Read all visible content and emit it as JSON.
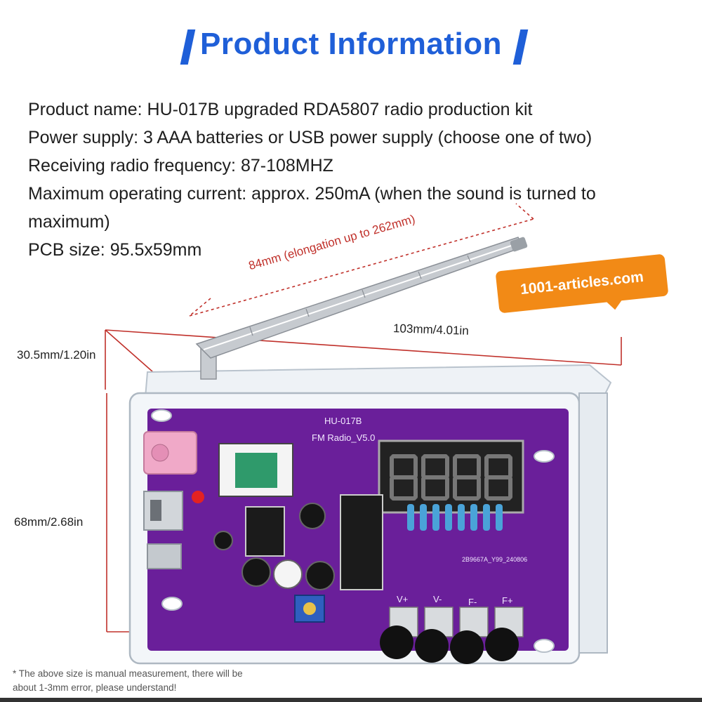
{
  "title": "Product Information",
  "specs": [
    "Product name: HU-017B upgraded RDA5807 radio production kit",
    "Power supply: 3 AAA batteries or USB power supply (choose one of two)",
    "Receiving radio frequency: 87-108MHZ",
    "Maximum operating current: approx. 250mA (when the sound is turned to",
    "maximum)",
    "PCB size: 95.5x59mm"
  ],
  "dimensions": {
    "antenna": "84mm (elongation up to 262mm)",
    "width": "103mm/4.01in",
    "depth": "30.5mm/1.20in",
    "height": "68mm/2.68in"
  },
  "watermark": "1001-articles.com",
  "footnote": [
    "* The above size is manual measurement, there will be",
    "about 1-3mm error, please understand!"
  ],
  "pcb": {
    "model": "HU-017B",
    "label": "FM Radio_V5.0",
    "button_labels": [
      "V+",
      "V-",
      "F-",
      "F+"
    ],
    "serial": "2B9667A_Y99_240806"
  },
  "colors": {
    "title": "#1f5fd8",
    "pcb": "#6a1f9a",
    "badge": "#f28a16",
    "dimension_lines": "#c0302a"
  }
}
